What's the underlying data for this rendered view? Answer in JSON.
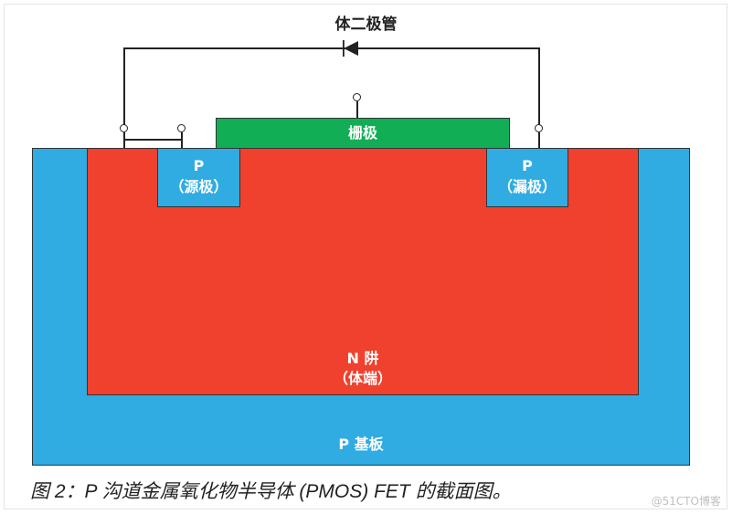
{
  "diagram": {
    "title": "体二极管",
    "gate_label": "栅极",
    "source_label_line1": "P",
    "source_label_line2": "（源极）",
    "drain_label_line1": "P",
    "drain_label_line2": "（漏极）",
    "nwell_label_line1": "N 阱",
    "nwell_label_line2": "（体端）",
    "substrate_label": "P 基板",
    "colors": {
      "substrate": "#30ACE2",
      "nwell": "#EF412D",
      "pdiffusion": "#30ACE2",
      "gate": "#12AE55",
      "wire": "#222222"
    }
  },
  "caption": "图 2：P 沟道金属氧化物半导体 (PMOS) FET 的截面图。",
  "watermark": "@51CTO博客"
}
